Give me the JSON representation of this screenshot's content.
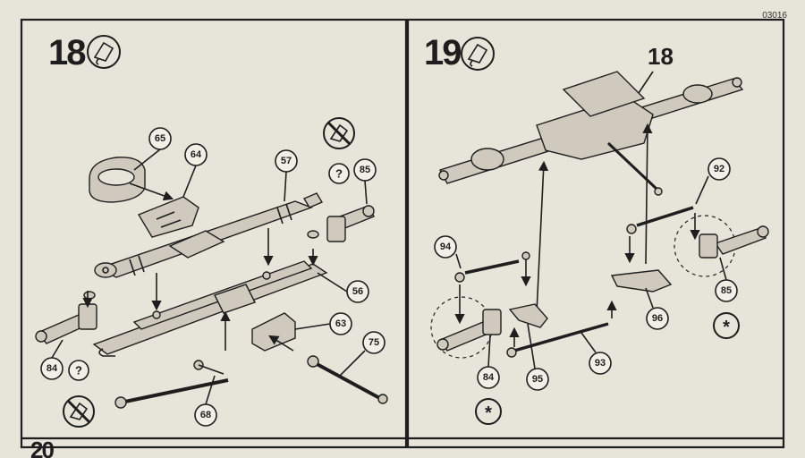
{
  "sheet_code": "03016",
  "panels": [
    {
      "step": "18",
      "callouts": [
        "65",
        "64",
        "57",
        "85",
        "56",
        "63",
        "75",
        "84",
        "68"
      ],
      "symbols": [
        "?",
        "?"
      ]
    },
    {
      "step": "19",
      "assembly_ref": "18",
      "callouts": [
        "92",
        "94",
        "84",
        "95",
        "93",
        "96",
        "85"
      ],
      "symbols": [
        "*",
        "*"
      ]
    }
  ],
  "next_step_partial": "20",
  "colors": {
    "paper": "#e7e4da",
    "ink": "#1e1e1e"
  },
  "icons": [
    "glue-icon",
    "no-glue-icon",
    "dashed-detail-circle"
  ]
}
